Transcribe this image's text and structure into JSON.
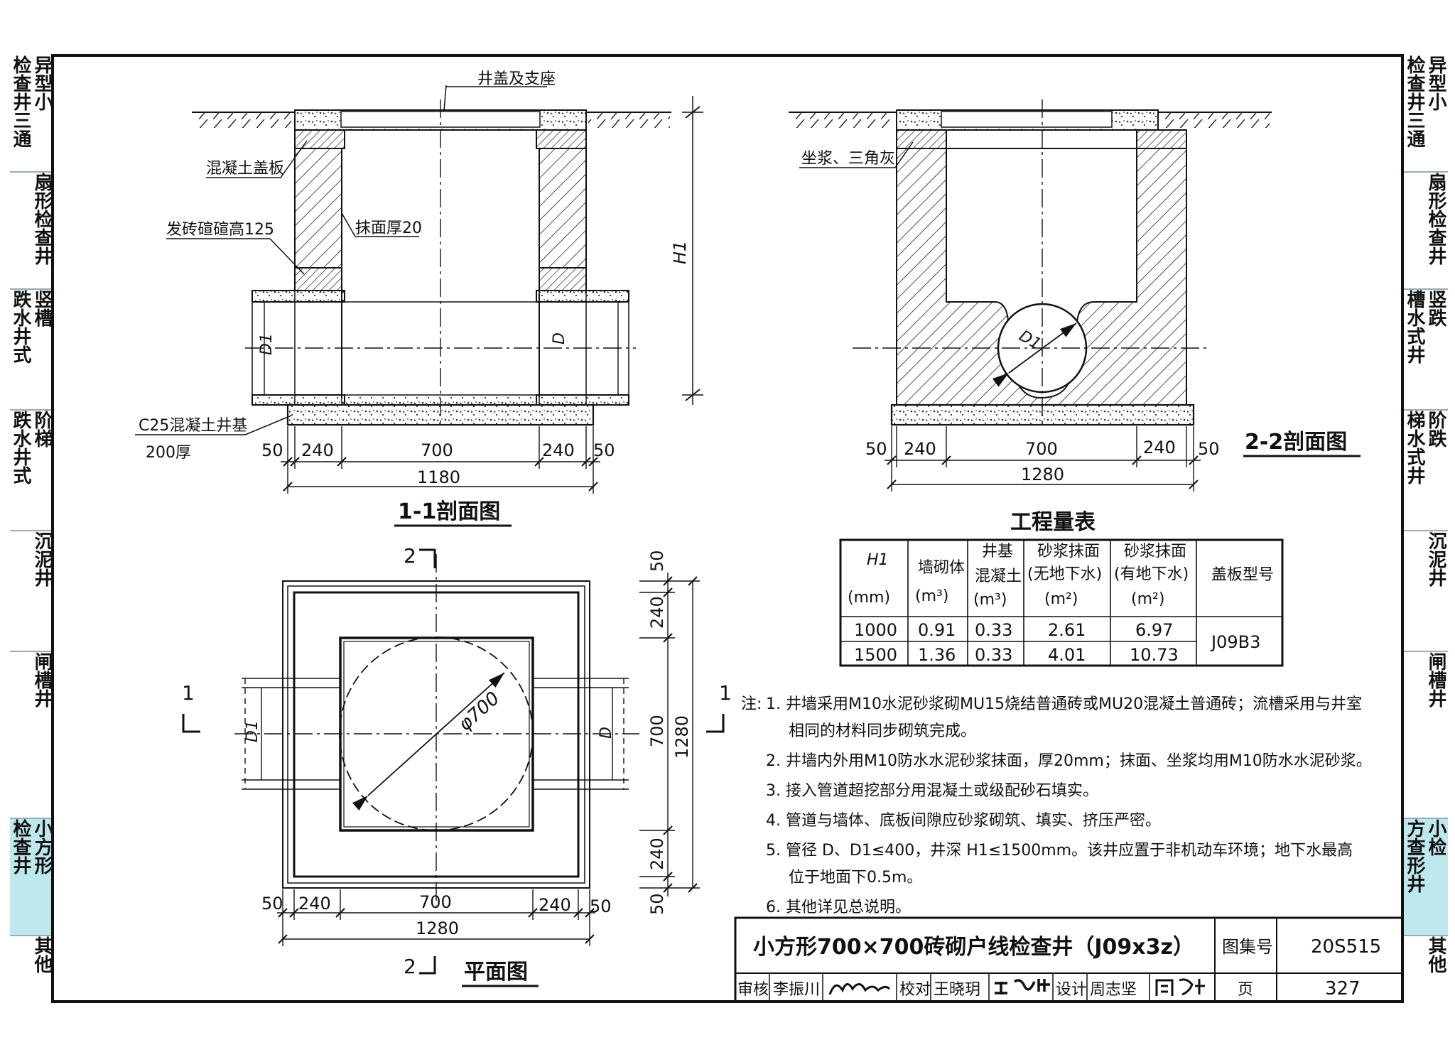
{
  "left_tabs": [
    {
      "col1": "异型小",
      "col2": "检查井三通"
    },
    {
      "col1": "扇形检查井",
      "col2": ""
    },
    {
      "col1": "竖槽",
      "col2": "跌水井式"
    },
    {
      "col1": "阶梯",
      "col2": "跌水井式"
    },
    {
      "col1": "沉泥井",
      "col2": ""
    },
    {
      "col1": "闸槽井",
      "col2": ""
    },
    {
      "col1": "小方形",
      "col2": "检查井"
    },
    {
      "col1": "其他",
      "col2": ""
    }
  ],
  "right_tabs": [
    {
      "col1": "异型小",
      "col2": "检查井三通"
    },
    {
      "col1": "扇形检查井",
      "col2": ""
    },
    {
      "col1": "竖跌",
      "col2": "槽水式井"
    },
    {
      "col1": "阶跌",
      "col2": "梯水式井"
    },
    {
      "col1": "沉泥井",
      "col2": ""
    },
    {
      "col1": "闸槽井",
      "col2": ""
    },
    {
      "col1": "小检",
      "col2": "方查形井"
    },
    {
      "col1": "其他",
      "col2": ""
    }
  ],
  "section_1_1": {
    "title": "1-1剖面图",
    "label_cover": "井盖及支座",
    "label_slab": "混凝土盖板",
    "label_brick": "发砖碹碹高125",
    "label_plaster": "抹面厚20",
    "label_base": "C25混凝土井基",
    "label_base_thick": "200厚",
    "dim_h1": "H1",
    "dim_d1": "D1",
    "dim_d": "D",
    "dims_row": [
      "50",
      "240",
      "700",
      "240",
      "50"
    ],
    "dim_total": "1180"
  },
  "section_2_2": {
    "title": "2-2剖面图",
    "label_mortar": "坐浆、三角灰",
    "dim_d1": "D1",
    "dims_row": [
      "50",
      "240",
      "700",
      "240",
      "50"
    ],
    "dim_total": "1280"
  },
  "plan": {
    "title": "平面图",
    "circle_label": "φ700",
    "cut_1_left": "1",
    "cut_1_right": "1",
    "cut_2_top": "2",
    "cut_2_bottom": "2",
    "dim_d1": "D1",
    "dim_d": "D",
    "dims_bottom": [
      "50",
      "240",
      "700",
      "240",
      "50"
    ],
    "dim_bottom_total": "1280",
    "dims_right": [
      "50",
      "240",
      "700",
      "240",
      "50"
    ],
    "dim_right_total": "1280"
  },
  "quantity_table": {
    "title": "工程量表",
    "headers": {
      "h1": [
        "H1",
        "(mm)"
      ],
      "masonry": [
        "墙砌体",
        "(m³)"
      ],
      "base_concrete": [
        "井基",
        "混凝土",
        "(m³)"
      ],
      "plaster_no_water": [
        "砂浆抹面",
        "(无地下水)",
        "(m²)"
      ],
      "plaster_water": [
        "砂浆抹面",
        "(有地下水)",
        "(m²)"
      ],
      "cover_type": [
        "盖板型号"
      ]
    },
    "rows": [
      [
        "1000",
        "0.91",
        "0.33",
        "2.61",
        "6.97"
      ],
      [
        "1500",
        "1.36",
        "0.33",
        "4.01",
        "10.73"
      ]
    ],
    "cover_model": "J09B3"
  },
  "notes": {
    "prefix": "注:",
    "lines": [
      "1.  井墙采用M10水泥砂浆砌MU15烧结普通砖或MU20混凝土普通砖；流槽采用与井室",
      "相同的材料同步砌筑完成。",
      "2.  井墙内外用M10防水水泥砂浆抹面，厚20mm；抹面、坐浆均用M10防水水泥砂浆。",
      "3.  接入管道超挖部分用混凝土或级配砂石填实。",
      "4.  管道与墙体、底板间隙应砂浆砌筑、填实、挤压严密。",
      "5.  管径 D、D1≤400，井深 H1≤1500mm。该井应置于非机动车环境；地下水最高",
      "位于地面下0.5m。",
      "6.  其他详见总说明。"
    ]
  },
  "title_block": {
    "drawing_title": "小方形700×700砖砌户线检查井（J09x3z）",
    "atlas_label": "图集号",
    "atlas_no": "20S515",
    "review_label": "审核",
    "reviewer": "李振川",
    "check_label": "校对",
    "checker": "王晓玥",
    "design_label": "设计",
    "designer": "周志坚",
    "page_label": "页",
    "page_no": "327"
  }
}
